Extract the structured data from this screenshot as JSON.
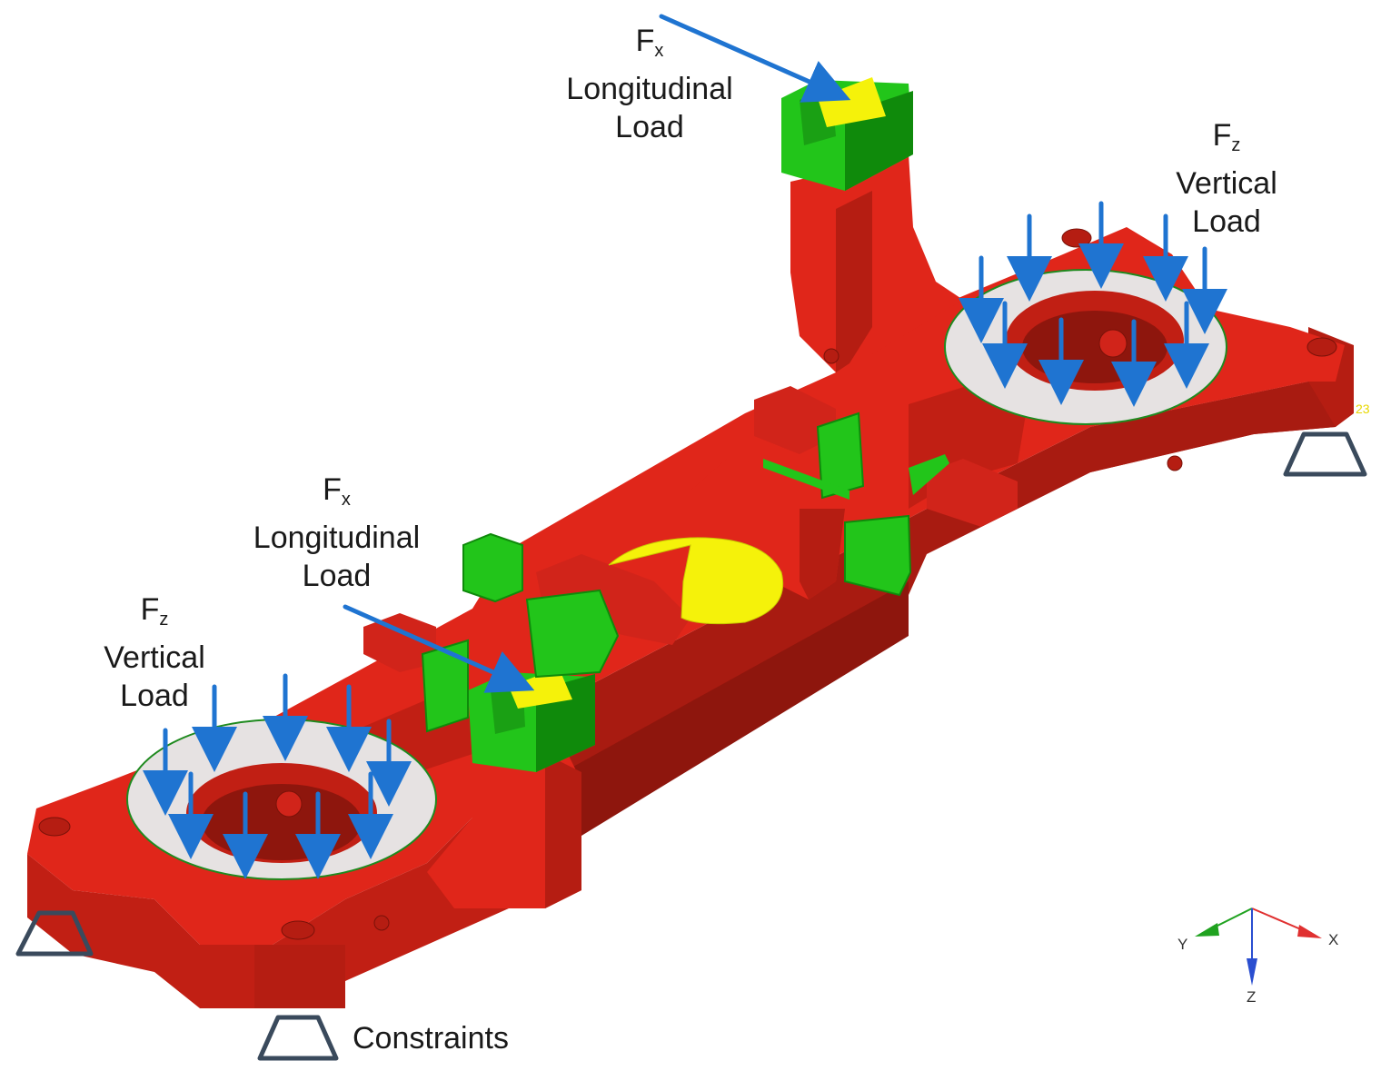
{
  "colors": {
    "body": "#e0261a",
    "body_shade": "#b51d12",
    "body_dark": "#8e160d",
    "bracket": "#22c51a",
    "bracket_dark": "#0f8a0b",
    "ring": "#e6e2e2",
    "pad": "#f5f20a",
    "arrow": "#1f74d1",
    "support": "#3a4a5c",
    "axis_x": "#e03030",
    "axis_y": "#1fa21f",
    "axis_z": "#2a4ed0"
  },
  "labels": {
    "fx_top": {
      "symbol": "F",
      "sub": "x",
      "line1": "Longitudinal",
      "line2": "Load"
    },
    "fz_right": {
      "symbol": "F",
      "sub": "z",
      "line1": "Vertical",
      "line2": "Load"
    },
    "fx_mid": {
      "symbol": "F",
      "sub": "x",
      "line1": "Longitudinal",
      "line2": "Load"
    },
    "fz_left": {
      "symbol": "F",
      "sub": "z",
      "line1": "Vertical",
      "line2": "Load"
    },
    "constraints": "Constraints"
  },
  "triad": {
    "x": "X",
    "y": "Y",
    "z": "Z"
  },
  "node_tag": "23"
}
